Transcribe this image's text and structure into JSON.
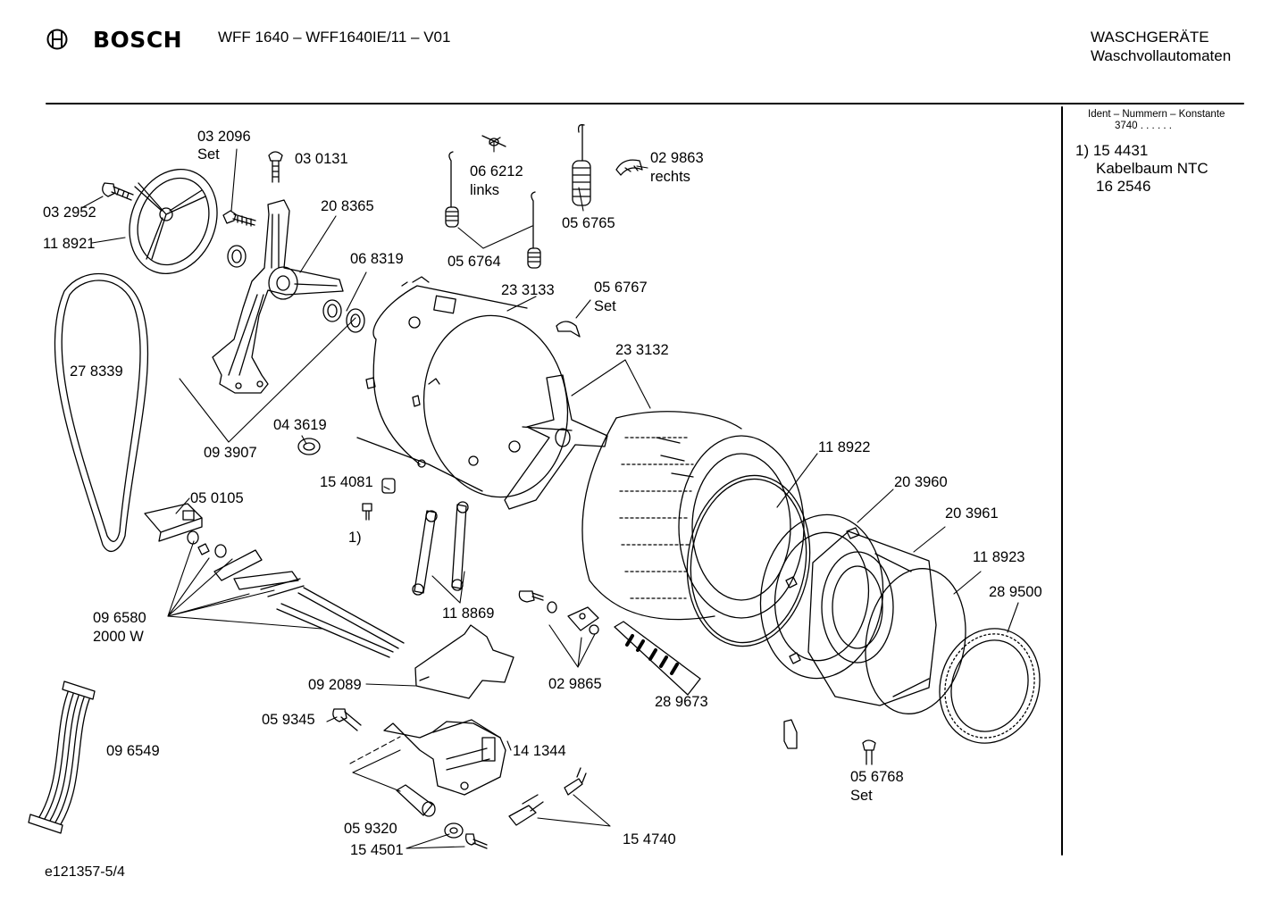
{
  "header": {
    "brand": "BOSCH",
    "model": "WFF 1640 – WFF1640IE/11 – V01",
    "category": "WASCHGERÄTE",
    "subcategory": "Waschvollautomaten"
  },
  "side_panel": {
    "ident_title": "Ident – Nummern – Konstante",
    "ident_value": "3740  . .     . . . .",
    "note_line1": "1)  15 4431",
    "note_line2": "Kabelbaum NTC",
    "note_line3": "16 2546"
  },
  "labels": {
    "p032096": "03 2096",
    "p032096_sub": "Set",
    "p030131": "03 0131",
    "p032952": "03 2952",
    "p118921": "11 8921",
    "p208365": "20 8365",
    "p066212": "06 6212",
    "p066212_sub": "links",
    "p029863": "02 9863",
    "p029863_sub": "rechts",
    "p056765": "05 6765",
    "p056764": "05 6764",
    "p068319": "06 8319",
    "p233133": "23 3133",
    "p056767": "05 6767",
    "p056767_sub": "Set",
    "p278339": "27 8339",
    "p233132": "23 3132",
    "p043619": "04 3619",
    "p093907": "09 3907",
    "p118922": "11 8922",
    "p154081": "15 4081",
    "p154081_sub": "1)",
    "p203960": "20 3960",
    "p050105": "05 0105",
    "p203961": "20 3961",
    "p118923": "11 8923",
    "p289500": "28 9500",
    "p118869": "11 8869",
    "p096580": "09 6580",
    "p096580_sub": "2000 W",
    "p029865": "02 9865",
    "p092089": "09 2089",
    "p289673": "28 9673",
    "p096549": "09 6549",
    "p059345": "05 9345",
    "p141344": "14 1344",
    "p056768": "05 6768",
    "p056768_sub": "Set",
    "p059320": "05 9320",
    "p154501": "15 4501",
    "p154740": "15 4740"
  },
  "footer": {
    "drawing_id": "e121357-5/4"
  }
}
